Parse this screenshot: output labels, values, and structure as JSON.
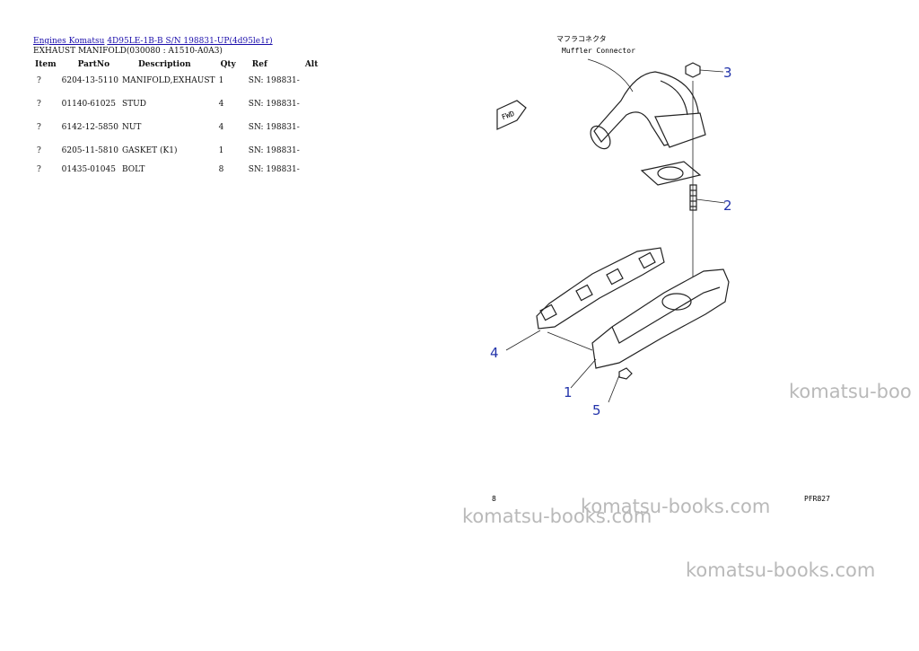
{
  "breadcrumb": {
    "link1": "Engines Komatsu",
    "link2": "4D95LE-1B-B S/N 198831-UP(4d95le1r)"
  },
  "subtitle": "EXHAUST MANIFOLD(030080 : A1510-A0A3)",
  "table": {
    "headers": [
      "Item",
      "PartNo",
      "Description",
      "Qty",
      "Ref",
      "Alt"
    ],
    "rows": [
      [
        "?",
        "6204-13-5110",
        "MANIFOLD,EXHAUST",
        "1",
        "SN: 198831-",
        ""
      ],
      [
        "?",
        "01140-61025",
        "STUD",
        "4",
        "SN: 198831-",
        ""
      ],
      [
        "?",
        "6142-12-5850",
        "NUT",
        "4",
        "SN: 198831-",
        ""
      ],
      [
        "?",
        "6205-11-5810",
        "GASKET (K1)",
        "1",
        "SN: 198831-",
        ""
      ],
      [
        "?",
        "01435-01045",
        "BOLT",
        "8",
        "SN: 198831-",
        ""
      ]
    ]
  },
  "diagram": {
    "jp_label": "マフラコネクタ",
    "en_label": "Muffler Connector",
    "fwd_label": "FWD",
    "callouts": [
      "3",
      "2",
      "4",
      "1",
      "5"
    ],
    "corner_code": "PFR827",
    "corner_mark": "8"
  },
  "watermarks": [
    "komatsu-boo",
    "komatsu-books.com",
    "komatsu-books.com",
    "komatsu-books.com"
  ]
}
